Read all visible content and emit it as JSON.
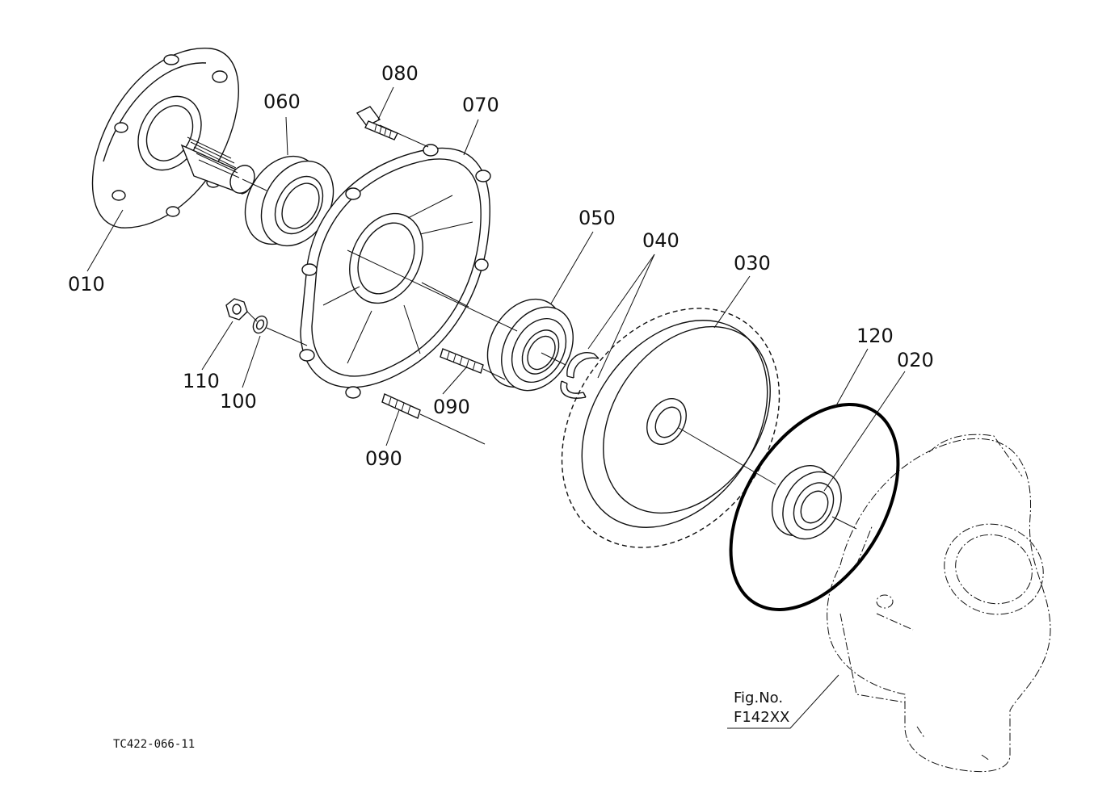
{
  "callouts": {
    "p010": "010",
    "p020": "020",
    "p030": "030",
    "p040": "040",
    "p050": "050",
    "p060": "060",
    "p070": "070",
    "p080": "080",
    "p090a": "090",
    "p090b": "090",
    "p100": "100",
    "p110": "110",
    "p120": "120"
  },
  "figure_ref": {
    "line1": "Fig.No.",
    "line2": "F142XX"
  },
  "drawing_code": "TC422-066-11"
}
